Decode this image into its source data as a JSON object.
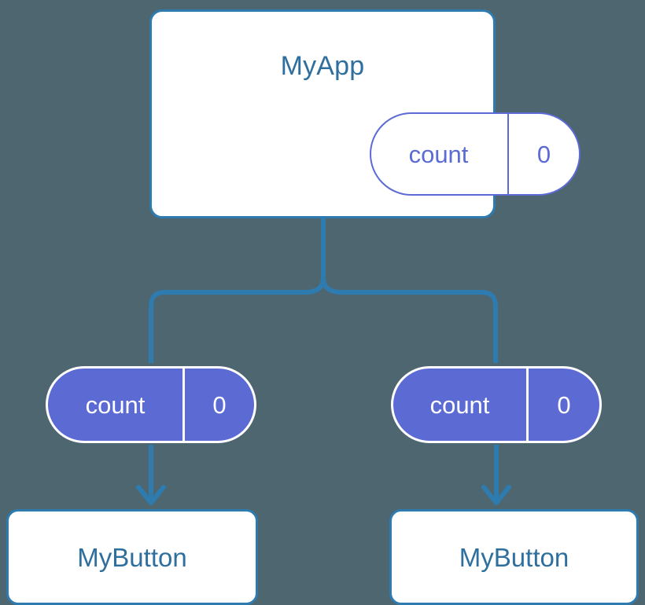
{
  "diagram": {
    "type": "component-state-tree",
    "background_color": "#4d6670",
    "connector_color": "#2e7bb0",
    "card_border_color": "#2e7bb0",
    "title_color": "#2e6f9e",
    "state_accent_color": "#5c6bd4",
    "root": {
      "title": "MyApp",
      "state": {
        "key": "count",
        "value": "0"
      }
    },
    "children": [
      {
        "state": {
          "key": "count",
          "value": "0"
        },
        "label": "MyButton"
      },
      {
        "state": {
          "key": "count",
          "value": "0"
        },
        "label": "MyButton"
      }
    ]
  }
}
